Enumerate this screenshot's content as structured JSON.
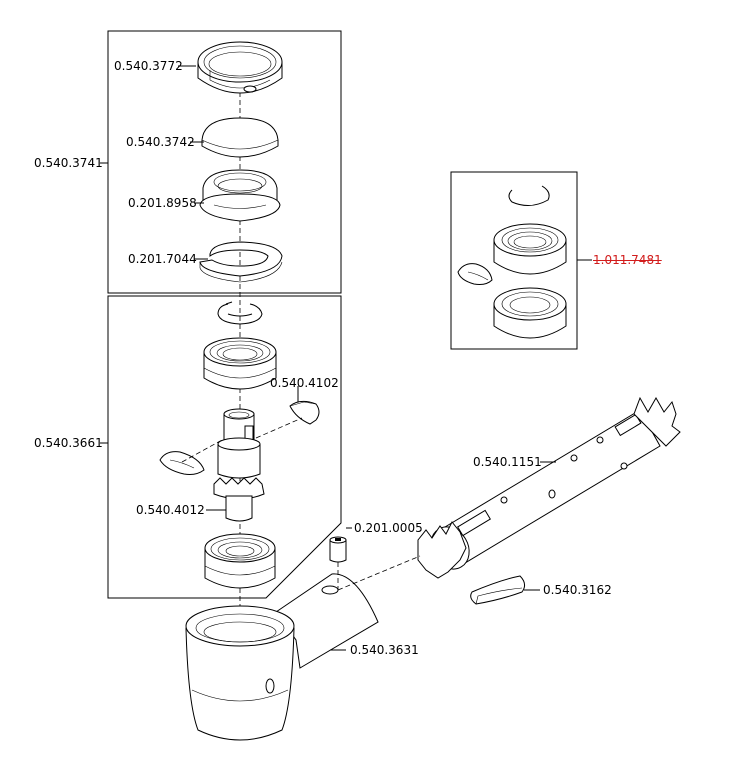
{
  "parts": [
    {
      "id": "p1",
      "label": "0.540.3772"
    },
    {
      "id": "p2",
      "label": "0.540.3742"
    },
    {
      "id": "p3",
      "label": "0.540.3741"
    },
    {
      "id": "p4",
      "label": "0.201.8958"
    },
    {
      "id": "p5",
      "label": "0.201.7044"
    },
    {
      "id": "p6",
      "label": "1.011.7481"
    },
    {
      "id": "p7",
      "label": "0.540.4102"
    },
    {
      "id": "p8",
      "label": "0.540.3661"
    },
    {
      "id": "p9",
      "label": "0.540.1151"
    },
    {
      "id": "p10",
      "label": "0.540.4012"
    },
    {
      "id": "p11",
      "label": "0.201.0005"
    },
    {
      "id": "p12",
      "label": "0.540.3162"
    },
    {
      "id": "p13",
      "label": "0.540.3631"
    }
  ],
  "colors": {
    "line": "#000000",
    "obsolete_label": "#d21c1c"
  }
}
